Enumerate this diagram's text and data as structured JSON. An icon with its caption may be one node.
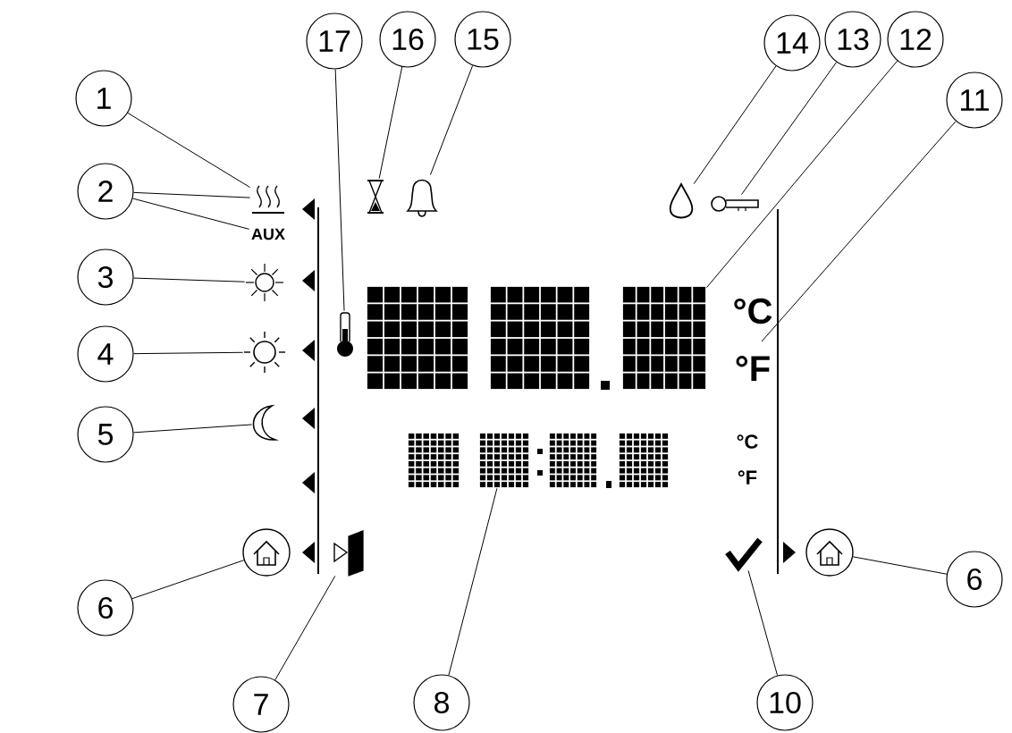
{
  "diagram": {
    "nodes": [
      {
        "text": [
          "1"
        ]
      },
      {
        "text": [
          "2"
        ]
      },
      {
        "text": [
          "3"
        ]
      },
      {
        "text": [
          "4"
        ]
      },
      {
        "text": [
          "5"
        ]
      },
      {
        "text": [
          "6"
        ]
      },
      {
        "text": [
          "7"
        ]
      },
      {
        "text": [
          "8"
        ]
      },
      {
        "text": [
          "10"
        ]
      },
      {
        "text": [
          "6"
        ]
      },
      {
        "text": [
          "11"
        ]
      },
      {
        "text": [
          "12"
        ]
      },
      {
        "text": [
          "13"
        ]
      },
      {
        "text": [
          "14"
        ]
      },
      {
        "text": [
          "15"
        ]
      },
      {
        "text": [
          "16"
        ]
      },
      {
        "text": [
          "17"
        ]
      },
      {
        "text": [],
        "shape": "waves"
      },
      {
        "text": [
          "AUX"
        ]
      },
      {
        "text": [],
        "shape": "snowflake"
      },
      {
        "text": [],
        "shape": "sun"
      },
      {
        "text": [],
        "shape": "moon"
      },
      {
        "text": [],
        "shape": "house"
      },
      {
        "text": [],
        "shape": "door"
      },
      {
        "text": [],
        "shape": "digits"
      },
      {
        "text": [],
        "shape": "checkmark"
      },
      {
        "text": [],
        "shape": "house"
      },
      {
        "text": [],
        "shape": "key"
      },
      {
        "text": [],
        "shape": "drop"
      },
      {
        "text": [],
        "shape": "bell"
      },
      {
        "text": [],
        "shape": "hourglass"
      },
      {
        "text": [],
        "shape": "thermometer"
      },
      {
        "text": [],
        "shape": "digits"
      }
    ],
    "edges": [
      {
        "from": 0,
        "to": 17,
        "arrow": "none"
      },
      {
        "from": 1,
        "to": 17,
        "arrow": "none"
      },
      {
        "from": 1,
        "to": 18,
        "arrow": "none"
      },
      {
        "from": 2,
        "to": 19,
        "arrow": "none"
      },
      {
        "from": 3,
        "to": 20,
        "arrow": "none"
      },
      {
        "from": 4,
        "to": 21,
        "arrow": "none"
      },
      {
        "from": 5,
        "to": 22,
        "arrow": "none"
      },
      {
        "from": 6,
        "to": 23,
        "arrow": "none"
      },
      {
        "from": 7,
        "to": 24,
        "arrow": "none"
      },
      {
        "from": 8,
        "to": 25,
        "arrow": "none"
      },
      {
        "from": 9,
        "to": 26,
        "arrow": "none"
      },
      {
        "from": 10,
        "to": null,
        "arrow": "none"
      },
      {
        "from": 11,
        "to": 32,
        "arrow": "none"
      },
      {
        "from": 12,
        "to": 27,
        "arrow": "none"
      },
      {
        "from": 13,
        "to": 28,
        "arrow": "none"
      },
      {
        "from": 14,
        "to": 29,
        "arrow": "none"
      },
      {
        "from": 15,
        "to": 30,
        "arrow": "none"
      },
      {
        "from": 16,
        "to": 31,
        "arrow": "none"
      }
    ],
    "labels": [
      "°C",
      "°F",
      "°C",
      "°F"
    ]
  }
}
